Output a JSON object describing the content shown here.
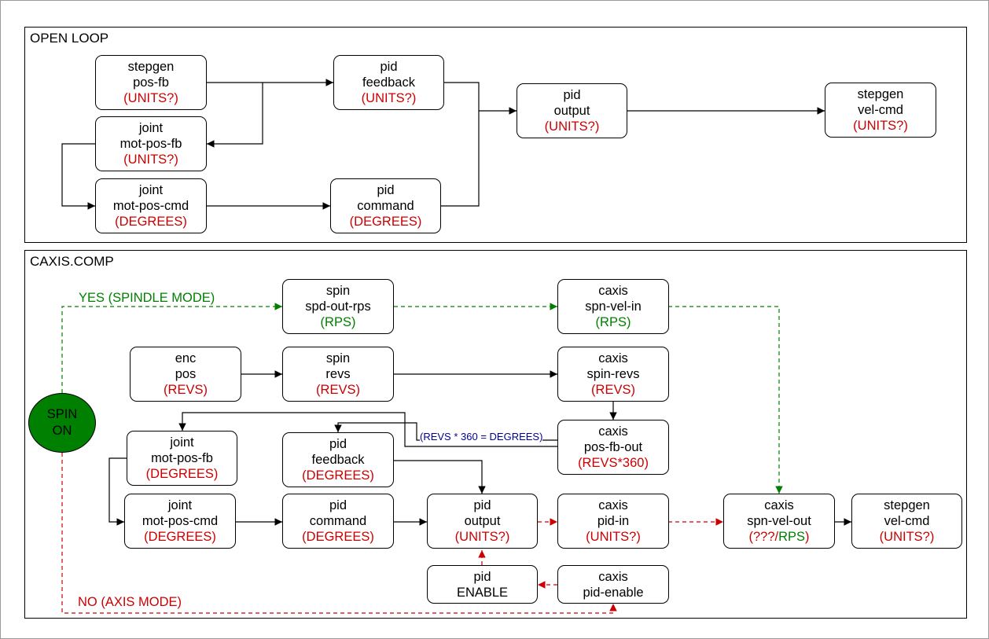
{
  "panels": {
    "open_loop": {
      "title": "OPEN LOOP"
    },
    "caxis": {
      "title": "CAXIS.COMP"
    }
  },
  "open_loop": {
    "stepgen_pos_fb": {
      "l1": "stepgen",
      "l2": "pos-fb",
      "unit": "(UNITS?)"
    },
    "joint_mot_pos_fb": {
      "l1": "joint",
      "l2": "mot-pos-fb",
      "unit": "(UNITS?)"
    },
    "joint_mot_pos_cmd": {
      "l1": "joint",
      "l2": "mot-pos-cmd",
      "unit": "(DEGREES)"
    },
    "pid_feedback": {
      "l1": "pid",
      "l2": "feedback",
      "unit": "(UNITS?)"
    },
    "pid_command": {
      "l1": "pid",
      "l2": "command",
      "unit": "(DEGREES)"
    },
    "pid_output": {
      "l1": "pid",
      "l2": "output",
      "unit": "(UNITS?)"
    },
    "stepgen_vel_cmd": {
      "l1": "stepgen",
      "l2": "vel-cmd",
      "unit": "(UNITS?)"
    }
  },
  "caxis": {
    "spin_spd_out_rps": {
      "l1": "spin",
      "l2": "spd-out-rps",
      "unit": "(RPS)"
    },
    "caxis_spn_vel_in": {
      "l1": "caxis",
      "l2": "spn-vel-in",
      "unit": "(RPS)"
    },
    "enc_pos": {
      "l1": "enc",
      "l2": "pos",
      "unit": "(REVS)"
    },
    "spin_revs": {
      "l1": "spin",
      "l2": "revs",
      "unit": "(REVS)"
    },
    "caxis_spin_revs": {
      "l1": "caxis",
      "l2": "spin-revs",
      "unit": "(REVS)"
    },
    "caxis_pos_fb_out": {
      "l1": "caxis",
      "l2": "pos-fb-out",
      "unit": "(REVS*360)"
    },
    "joint_mot_pos_fb": {
      "l1": "joint",
      "l2": "mot-pos-fb",
      "unit": "(DEGREES)"
    },
    "pid_feedback": {
      "l1": "pid",
      "l2": "feedback",
      "unit": "(DEGREES)"
    },
    "joint_mot_pos_cmd": {
      "l1": "joint",
      "l2": "mot-pos-cmd",
      "unit": "(DEGREES)"
    },
    "pid_command": {
      "l1": "pid",
      "l2": "command",
      "unit": "(DEGREES)"
    },
    "pid_output": {
      "l1": "pid",
      "l2": "output",
      "unit": "(UNITS?)"
    },
    "caxis_pid_in": {
      "l1": "caxis",
      "l2": "pid-in",
      "unit": "(UNITS?)"
    },
    "caxis_spn_vel_out": {
      "l1": "caxis",
      "l2": "spn-vel-out",
      "unit_red": "(???/",
      "unit_green": "RPS",
      "unit_red2": ")"
    },
    "stepgen_vel_cmd": {
      "l1": "stepgen",
      "l2": "vel-cmd",
      "unit": "(UNITS?)"
    },
    "pid_enable": {
      "l1": "pid",
      "l2": "ENABLE"
    },
    "caxis_pid_enable": {
      "l1": "caxis",
      "l2": "pid-enable"
    },
    "spin_on": {
      "l1": "SPIN",
      "l2": "ON"
    },
    "yes_label": "YES (SPINDLE MODE)",
    "no_label": "NO (AXIS MODE)",
    "conversion_label": "(REVS * 360 = DEGREES)"
  },
  "colors": {
    "green": "#008000",
    "red": "#cc0000",
    "blue": "#000099"
  }
}
